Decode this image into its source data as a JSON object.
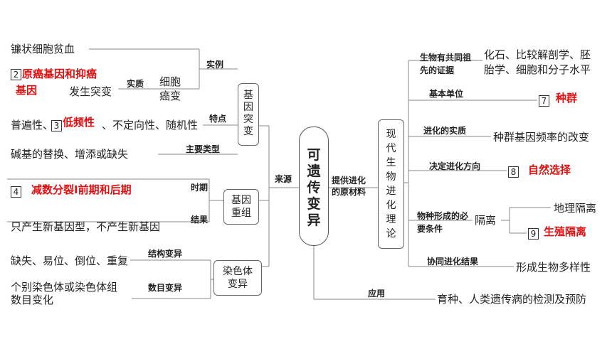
{
  "center": "可遗传变异",
  "left": {
    "connector_label": "来源",
    "gene_mutation": {
      "title": "基因突变",
      "example_label": "实例",
      "example_text": "镰状细胞贫血",
      "item2_num": "2",
      "item2_red_a": "原癌基因和抑癌",
      "item2_red_b": "基因",
      "item2_text": "发生突变",
      "essence_label": "实质",
      "cancer_text": "细胞癌变",
      "features_label": "特点",
      "features_text_a": "普遍性、",
      "item3_num": "3",
      "item3_red": "低频性",
      "features_text_b": "、不定向性、随机性",
      "types_label": "主要类型",
      "types_text": "碱基的替换、增添或缺失"
    },
    "recombination": {
      "title": "基因重组",
      "time_label": "时期",
      "item4_num": "4",
      "item4_red": "减数分裂Ⅰ前期和后期",
      "result_label": "结果",
      "result_text": "只产生新基因型，不产生新基因"
    },
    "chromosome": {
      "title": "染色体变异",
      "structure_label": "结构变异",
      "structure_text": "缺失、易位、倒位、重复",
      "number_label": "数目变异",
      "number_text_a": "个别染色体或染色体组",
      "number_text_b": "数目变化"
    }
  },
  "right": {
    "connector_label": "提供进化的原材料",
    "theory_title": "现代生物进化理论",
    "evidence_label": "生物有共同祖先的证据",
    "evidence_text_a": "化石、比较解剖学、胚",
    "evidence_text_b": "胎学、细胞和分子水平",
    "unit_label": "基本单位",
    "item7_num": "7",
    "item7_red": "种群",
    "essence_label": "进化的实质",
    "essence_text": "种群基因频率的改变",
    "direction_label": "决定进化方向",
    "item8_num": "8",
    "item8_red": "自然选择",
    "speciation_label": "物种形成的必要条件",
    "isolation_text": "隔离",
    "geo_isolation": "地理隔离",
    "item9_num": "9",
    "item9_red": "生殖隔离",
    "coevolution_label": "协同进化结果",
    "coevolution_text": "形成生物多样性",
    "application_label": "应用",
    "application_text": "育种、人类遗传病的检测及预防"
  }
}
